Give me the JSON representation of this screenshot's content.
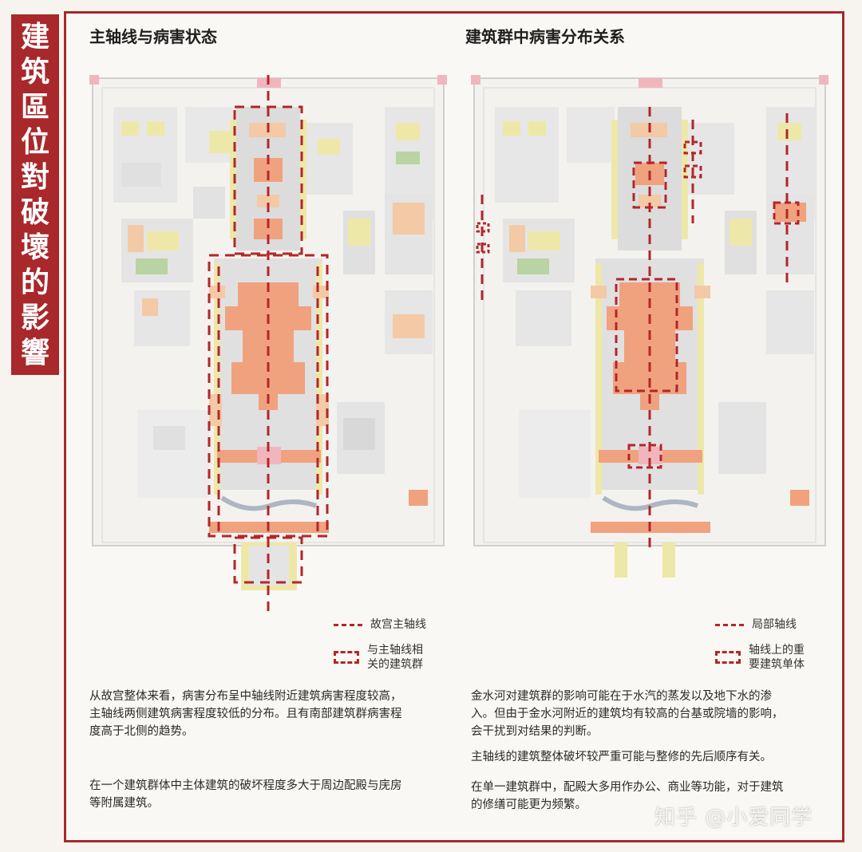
{
  "banner": {
    "chars": [
      "建",
      "筑",
      "區",
      "位",
      "對",
      "破",
      "壞",
      "的",
      "影",
      "響"
    ]
  },
  "left_panel": {
    "title": "主轴线与病害状态",
    "legend": [
      {
        "label_lines": [
          "故宫主轴线"
        ],
        "type": "line"
      },
      {
        "label_lines": [
          "与主轴线相",
          "关的建筑群"
        ],
        "type": "box"
      }
    ],
    "paragraphs": [
      [
        "从故宫整体来看，病害分布呈中轴线附近建筑病害程度较高，",
        "主轴线两侧建筑病害程度较低的分布。且有南部建筑群病害程",
        "度高于北侧的趋势。"
      ],
      [
        "在一个建筑群体中主体建筑的破坏程度多大于周边配殿与庑房",
        "等附属建筑。"
      ]
    ]
  },
  "right_panel": {
    "title": "建筑群中病害分布关系",
    "legend": [
      {
        "label_lines": [
          "局部轴线"
        ],
        "type": "line"
      },
      {
        "label_lines": [
          "轴线上的重",
          "要建筑单体"
        ],
        "type": "box"
      }
    ],
    "paragraphs": [
      [
        "金水河对建筑群的影响可能在于水汽的蒸发以及地下水的渗",
        "入。但由于金水河附近的建筑均有较高的台基或院墙的影响，",
        "会干扰到对结果的判断。"
      ],
      [
        "主轴线的建筑整体破坏较严重可能与整修的先后顺序有关。"
      ],
      [
        "在单一建筑群中，配殿大多用作办公、商业等功能，对于建筑",
        "的修缮可能更为频繁。"
      ]
    ]
  },
  "watermark": "知乎 @小爱同学",
  "colors": {
    "accent": "#a8282b",
    "dash": "#b3262a",
    "damage_high": "#f0a27e",
    "damage_mid": "#f3c9a6",
    "damage_low": "#eee8a8",
    "damage_green": "#b9d3a3",
    "ground": "#e3e3e3",
    "pink": "#f1b6bd"
  }
}
